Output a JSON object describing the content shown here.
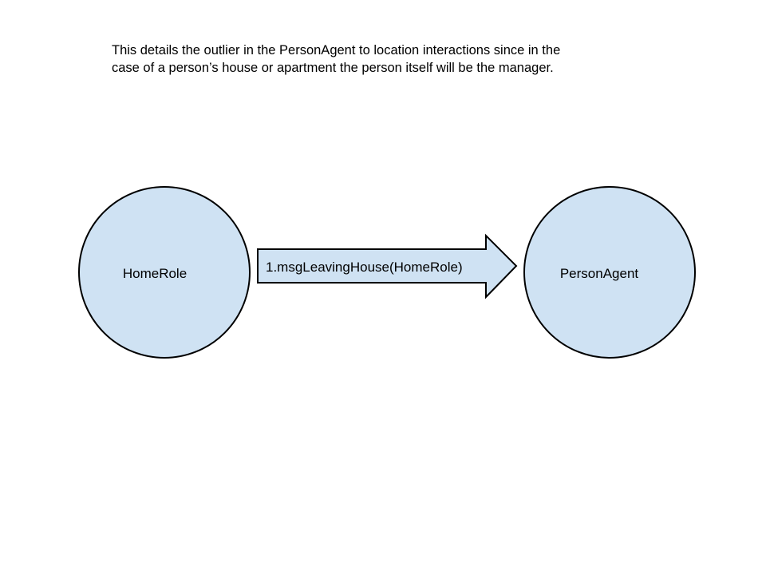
{
  "description": {
    "line1": "This details the outlier in the PersonAgent to location interactions since in the",
    "line2": "case of a person’s house or apartment the person itself will be the manager."
  },
  "nodes": {
    "home_role": {
      "label": "HomeRole"
    },
    "person_agent": {
      "label": "PersonAgent"
    }
  },
  "message": {
    "label": "1.msgLeavingHouse(HomeRole)"
  },
  "colors": {
    "node_fill": "#cfe2f3",
    "stroke": "#000000",
    "background": "#ffffff"
  }
}
